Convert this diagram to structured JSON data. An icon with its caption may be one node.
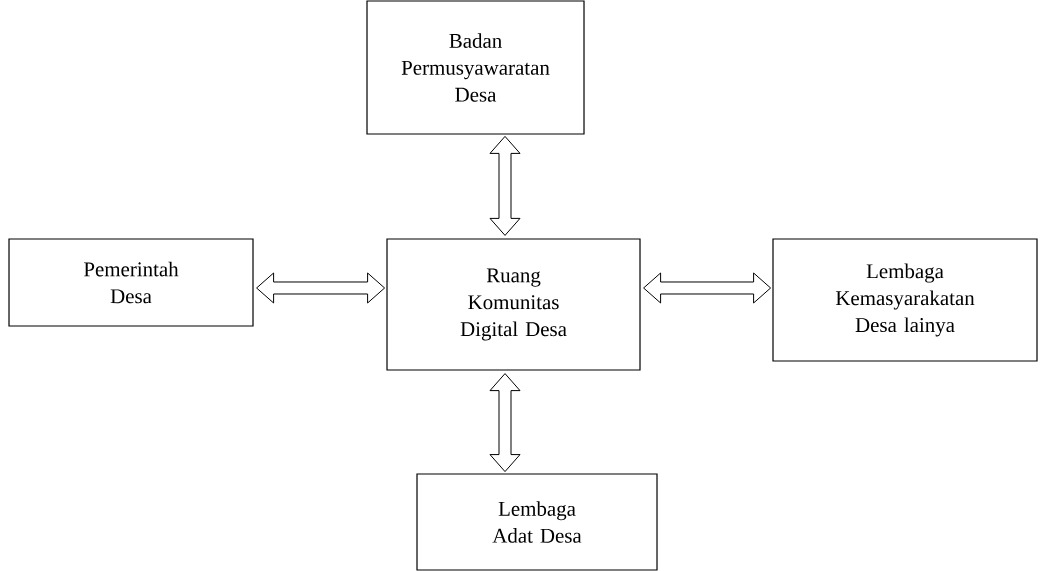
{
  "diagram": {
    "nodes": [
      {
        "text": [
          "Badan Permusyawaratan Desa"
        ]
      },
      {
        "text": [
          "Pemerintah Desa"
        ]
      },
      {
        "text": [
          "Ruang Komunitas Digital Desa"
        ]
      },
      {
        "text": [
          "Lembaga Kemasyarakatan Desa lainya"
        ]
      },
      {
        "text": [
          "Lembaga Adat Desa"
        ]
      }
    ],
    "edges": [
      {
        "from": 2,
        "to": 0,
        "arrow": "both"
      },
      {
        "from": 1,
        "to": 2,
        "arrow": "both"
      },
      {
        "from": 2,
        "to": 3,
        "arrow": "both"
      },
      {
        "from": 2,
        "to": 4,
        "arrow": "both"
      }
    ]
  }
}
